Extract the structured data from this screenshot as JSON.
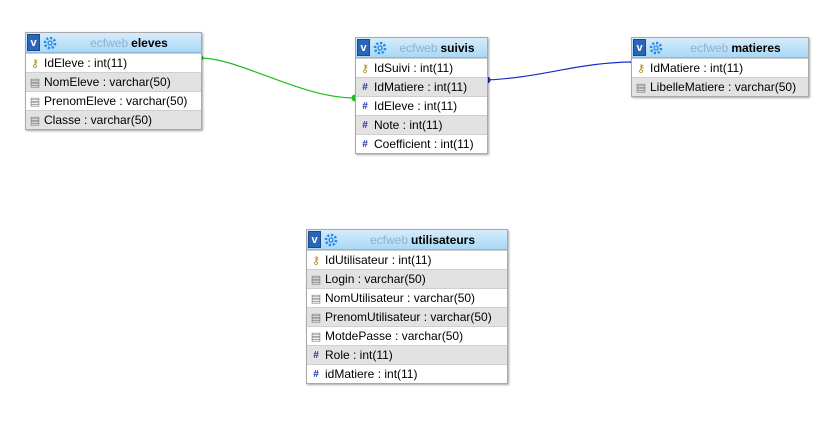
{
  "database": "ecfweb",
  "icons": {
    "toggle_glyph": "v",
    "key": "⚷",
    "number": "#",
    "text": "▤"
  },
  "colors": {
    "header_gradient_top": "#d6ecfb",
    "header_gradient_bottom": "#a9d8f6",
    "toggle": "#2a66b8",
    "alt_row": "#e2e2e2",
    "relation_eleves_suivis": "#22bb22",
    "relation_suivis_matieres": "#1a2ec8"
  },
  "tables": {
    "eleves": {
      "name": "eleves",
      "columns": [
        {
          "label": "IdEleve : int(11)",
          "icon": "key"
        },
        {
          "label": "NomEleve : varchar(50)",
          "icon": "text"
        },
        {
          "label": "PrenomEleve : varchar(50)",
          "icon": "text"
        },
        {
          "label": "Classe : varchar(50)",
          "icon": "text"
        }
      ]
    },
    "suivis": {
      "name": "suivis",
      "columns": [
        {
          "label": "IdSuivi : int(11)",
          "icon": "key"
        },
        {
          "label": "IdMatiere : int(11)",
          "icon": "number"
        },
        {
          "label": "IdEleve : int(11)",
          "icon": "number"
        },
        {
          "label": "Note : int(11)",
          "icon": "number"
        },
        {
          "label": "Coefficient : int(11)",
          "icon": "number"
        }
      ]
    },
    "matieres": {
      "name": "matieres",
      "columns": [
        {
          "label": "IdMatiere : int(11)",
          "icon": "key"
        },
        {
          "label": "LibelleMatiere : varchar(50)",
          "icon": "text"
        }
      ]
    },
    "utilisateurs": {
      "name": "utilisateurs",
      "columns": [
        {
          "label": "IdUtilisateur : int(11)",
          "icon": "key"
        },
        {
          "label": "Login : varchar(50)",
          "icon": "text"
        },
        {
          "label": "NomUtilisateur : varchar(50)",
          "icon": "text"
        },
        {
          "label": "PrenomUtilisateur : varchar(50)",
          "icon": "text"
        },
        {
          "label": "MotdePasse : varchar(50)",
          "icon": "text"
        },
        {
          "label": "Role : int(11)",
          "icon": "number"
        },
        {
          "label": "idMatiere : int(11)",
          "icon": "number"
        }
      ]
    }
  },
  "relations": [
    {
      "from": "eleves.IdEleve",
      "to": "suivis.IdEleve",
      "color": "#22bb22"
    },
    {
      "from": "matieres.IdMatiere",
      "to": "suivis.IdMatiere",
      "color": "#1a2ec8"
    }
  ]
}
